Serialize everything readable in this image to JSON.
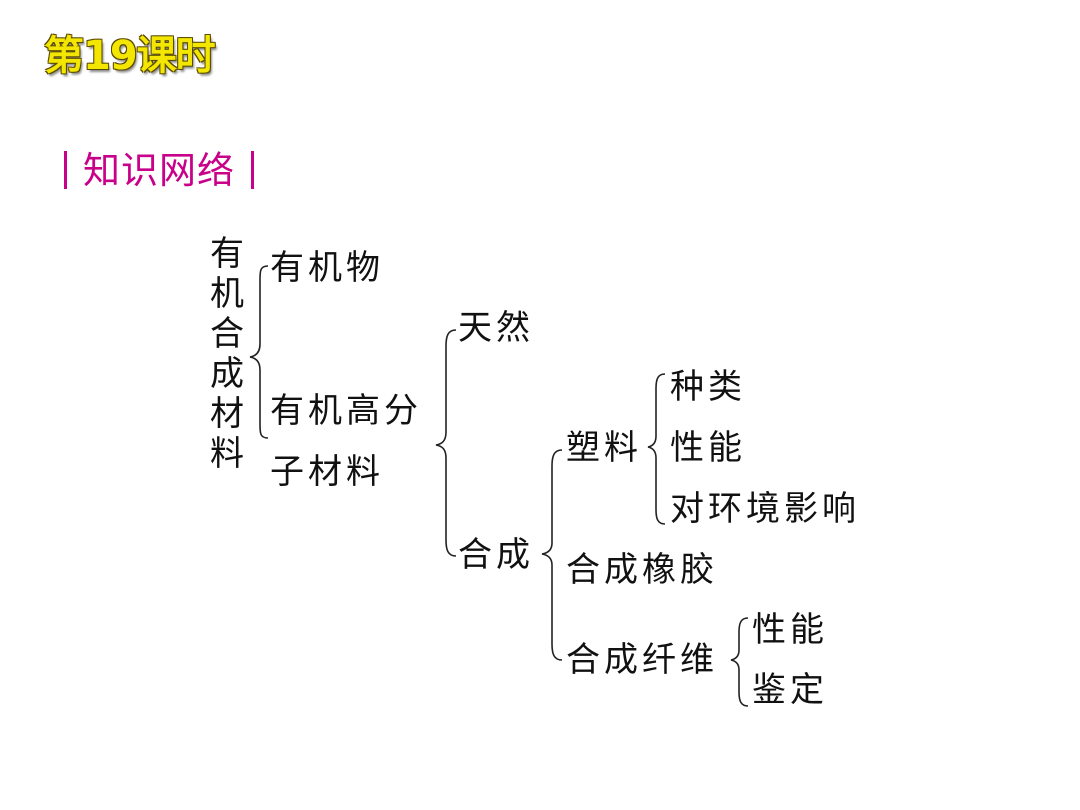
{
  "slide": {
    "lesson_title": "第19课时",
    "section_heading": "知识网络"
  },
  "tree": {
    "root": "有机合成材料",
    "organic": "有机物",
    "polymer_line1": "有机高分",
    "polymer_line2": "子材料",
    "natural": "天然",
    "synthetic": "合成",
    "plastic": "塑料",
    "plastic_types": "种类",
    "plastic_properties": "性能",
    "plastic_environment": "对环境影响",
    "synthetic_rubber": "合成橡胶",
    "synthetic_fiber": "合成纤维",
    "fiber_properties": "性能",
    "fiber_identification": "鉴定"
  }
}
